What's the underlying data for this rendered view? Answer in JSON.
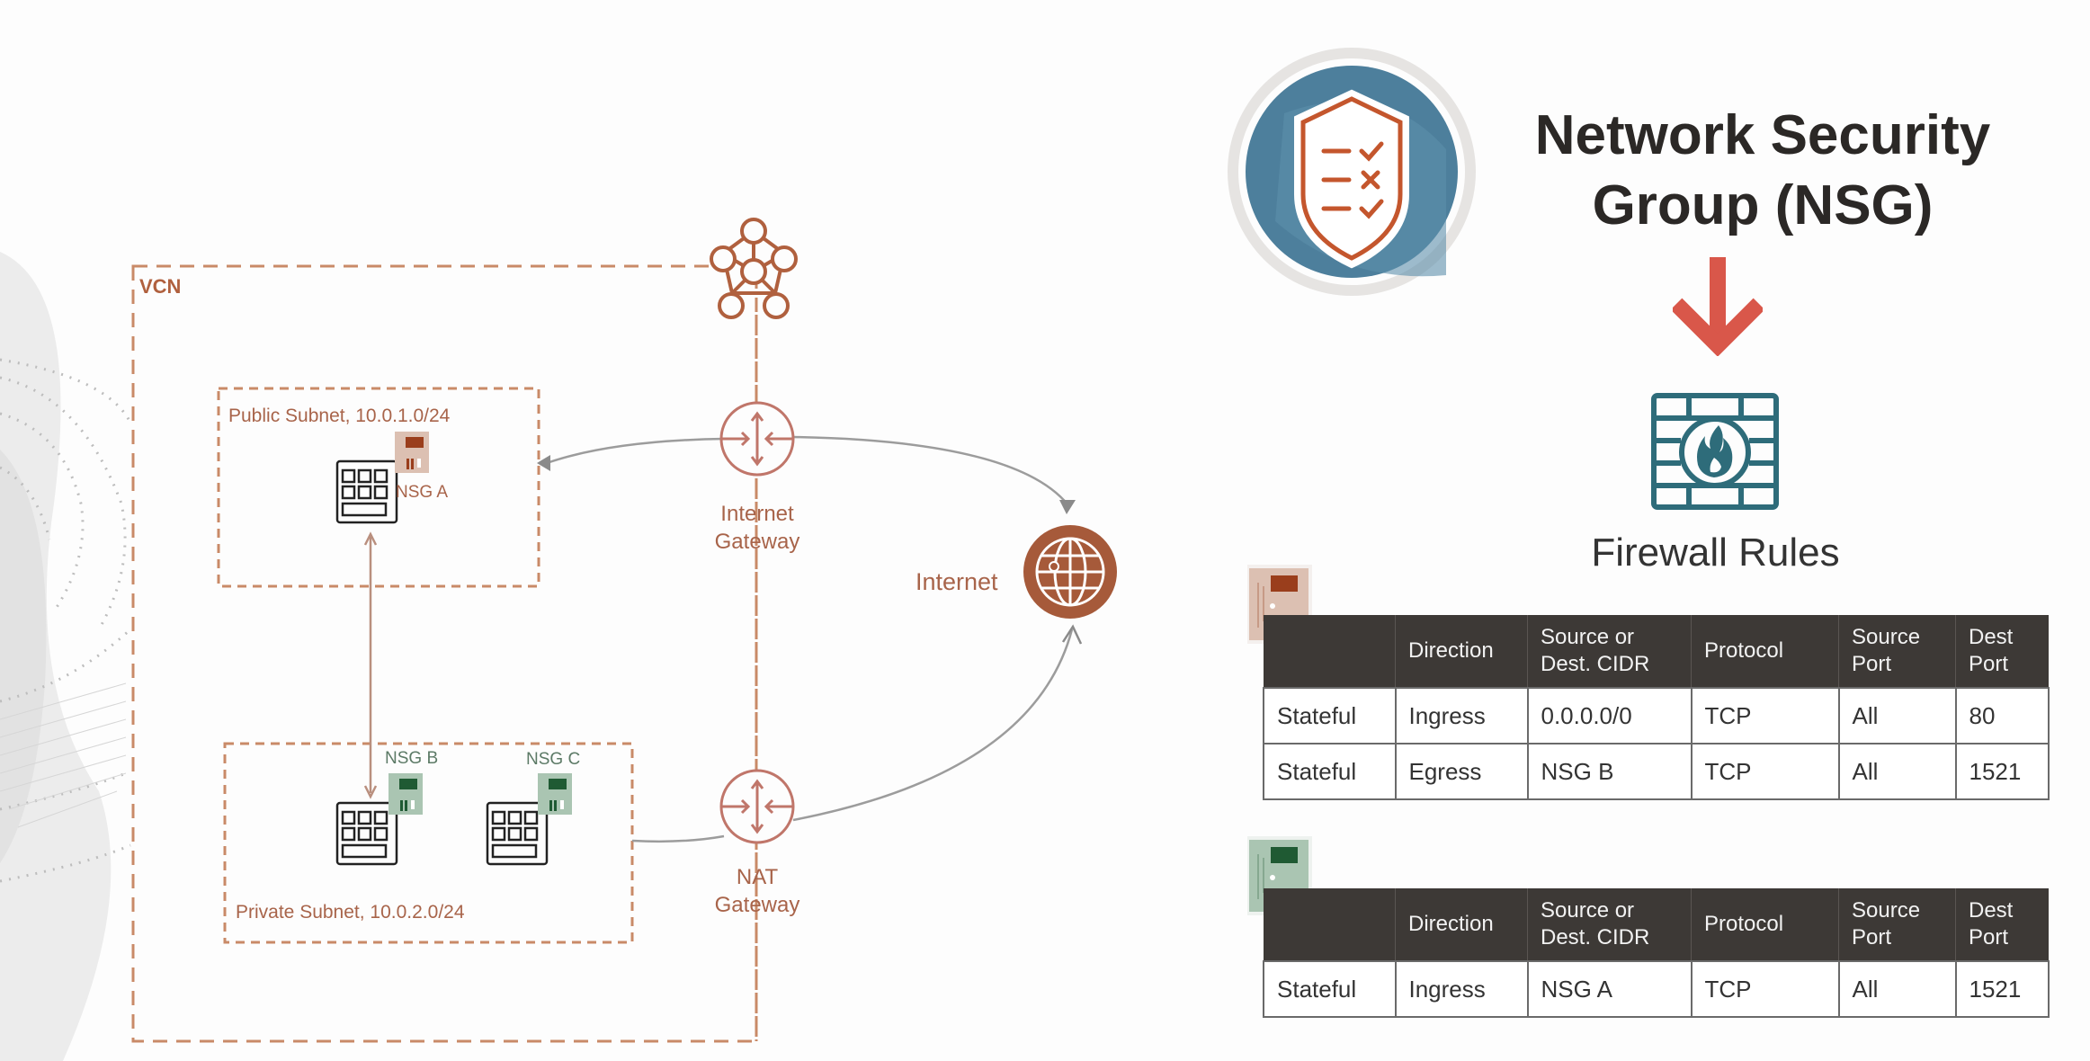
{
  "diagram": {
    "vcn_label": "VCN",
    "public_subnet_label": "Public Subnet, 10.0.1.0/24",
    "private_subnet_label": "Private Subnet, 10.0.2.0/24",
    "nsg_a_label": "NSG A",
    "nsg_b_label": "NSG B",
    "nsg_c_label": "NSG C",
    "internet_gateway_label": [
      "Internet",
      "Gateway"
    ],
    "nat_gateway_label": [
      "NAT",
      "Gateway"
    ],
    "internet_label": "Internet",
    "icons": {
      "vcn": "network-topology-icon",
      "gateway": "router-icon",
      "internet": "globe-icon",
      "instance": "compute-instance-icon",
      "nsg": "nsg-badge-icon"
    }
  },
  "colors": {
    "accent_orange": "#b0603e",
    "label_orange": "#a8644a",
    "nsg_a_color": "#9a3e1c",
    "nsg_b_color": "#1f5a33",
    "teal": "#2e6c7a",
    "arrow_red": "#d9574a",
    "table_header_bg": "#3d3936"
  },
  "header": {
    "title_line1": "Network Security",
    "title_line2": "Group (NSG)",
    "firewall_label": "Firewall Rules"
  },
  "rules_tables": [
    {
      "nsg": "NSG A",
      "columns": [
        "",
        "Direction",
        "Source or Dest. CIDR",
        "Protocol",
        "Source Port",
        "Dest Port"
      ],
      "rows": [
        [
          "Stateful",
          "Ingress",
          "0.0.0.0/0",
          "TCP",
          "All",
          "80"
        ],
        [
          "Stateful",
          "Egress",
          "NSG B",
          "TCP",
          "All",
          "1521"
        ]
      ]
    },
    {
      "nsg": "NSG B",
      "columns": [
        "",
        "Direction",
        "Source or Dest. CIDR",
        "Protocol",
        "Source Port",
        "Dest Port"
      ],
      "rows": [
        [
          "Stateful",
          "Ingress",
          "NSG A",
          "TCP",
          "All",
          "1521"
        ]
      ]
    }
  ],
  "header_cells": {
    "direction": "Direction",
    "cidr_line1": "Source or",
    "cidr_line2": "Dest. CIDR",
    "protocol": "Protocol",
    "sport_line1": "Source",
    "sport_line2": "Port",
    "dport_line1": "Dest",
    "dport_line2": "Port"
  }
}
